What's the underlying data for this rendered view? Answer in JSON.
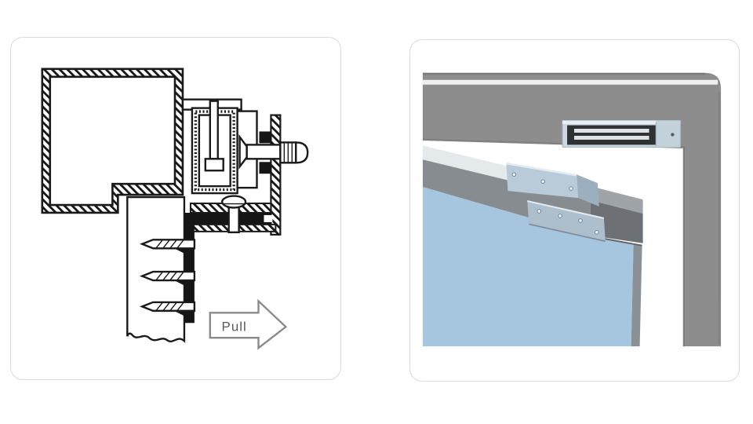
{
  "page": {
    "background": "#ffffff",
    "panel_border": "#dadada"
  },
  "left_panel": {
    "name": "maglock-cross-section-diagram",
    "pull_arrow_label": "Pull",
    "colors": {
      "ink": "#1a1a1a",
      "arrow_outline": "#8a8a8a",
      "arrow_text": "#5a5a5a"
    }
  },
  "right_panel": {
    "name": "maglock-3d-installation-view",
    "colors": {
      "frame_gray": "#8d8d8d",
      "frame_stripe": "#efefef",
      "frame_edge_dark": "#6e6e6e",
      "lock_body": "#ccd8e1",
      "lock_top_highlight": "#e9eef3",
      "lock_face_dark": "#2f3235",
      "lock_stripe_light": "#dde2e6",
      "lock_end_plate": "#c3d1db",
      "lock_dot": "#566069",
      "door_blue": "#a6c5de",
      "door_top_light": "#e4e9ec",
      "door_rail_gray": "#878c90",
      "door_edge_strip": "#8b9094",
      "cap_front": "#6d7175",
      "cap_top": "#9fa4a8",
      "bracket_upper": "#b9cad8",
      "bracket_lower": "#adbfcd",
      "bracket_fold": "#9cafbe",
      "bracket_edge_light": "#e3ebf1",
      "screw_dot": "#e9eff4",
      "screw_dot_ring": "#6e7f8c"
    }
  }
}
